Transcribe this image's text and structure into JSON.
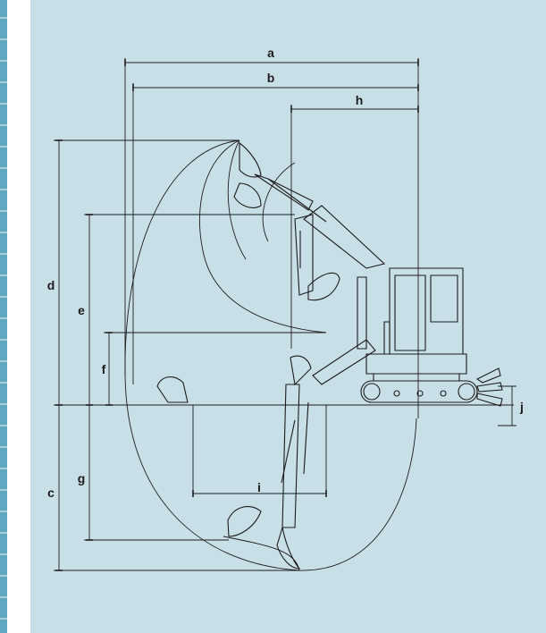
{
  "colors": {
    "panel_background": "#c9dfe8",
    "stripe": "#5ea8c2",
    "line": "#1c1c1c"
  },
  "dimension_labels": {
    "a": "a",
    "b": "b",
    "c": "c",
    "d": "d",
    "e": "e",
    "f": "f",
    "g": "g",
    "h": "h",
    "i": "i",
    "j": "j"
  },
  "icons": {
    "machine": "mini-excavator-side-view-icon"
  }
}
